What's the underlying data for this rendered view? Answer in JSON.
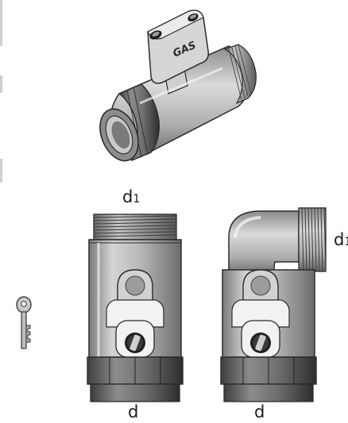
{
  "valve_label": "GAS",
  "dimension_labels": {
    "inlet_straight": "d",
    "inlet_angle": "d",
    "outlet_straight": "d",
    "outlet_straight_subscript": "1",
    "outlet_angle": "d",
    "outlet_angle_subscript": "1"
  },
  "colors": {
    "metal_light": "#d9d9d9",
    "metal_mid": "#a8a8a8",
    "metal_dark": "#555555",
    "outline": "#2b2b2b",
    "handle_white": "#f2f2f2"
  }
}
